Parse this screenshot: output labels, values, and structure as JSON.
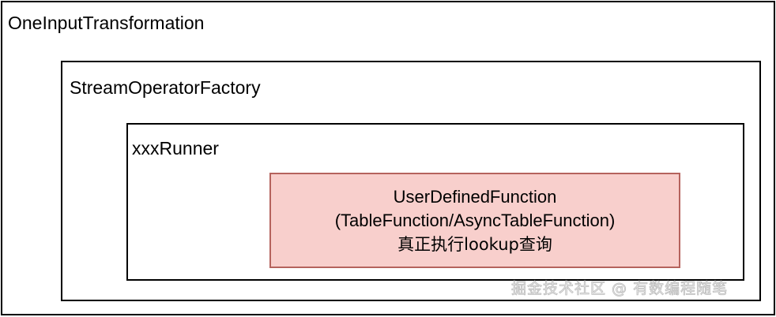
{
  "diagram": {
    "type": "nested-boxes",
    "boxes": [
      {
        "id": "outer",
        "label": "OneInputTransformation",
        "border_color": "#000000",
        "fill": "transparent"
      },
      {
        "id": "middle",
        "label": "StreamOperatorFactory",
        "border_color": "#000000",
        "fill": "transparent"
      },
      {
        "id": "inner",
        "label": "xxxRunner",
        "border_color": "#000000",
        "fill": "transparent"
      },
      {
        "id": "udf",
        "border_color": "#b5635d",
        "fill": "#f8cfcc",
        "lines": [
          "UserDefinedFunction",
          "(TableFunction/AsyncTableFunction)",
          "真正执行lookup查询"
        ]
      }
    ]
  },
  "watermark": {
    "text": "掘金技术社区 @ 有数编程随笔",
    "color": "#f2f2f2"
  }
}
